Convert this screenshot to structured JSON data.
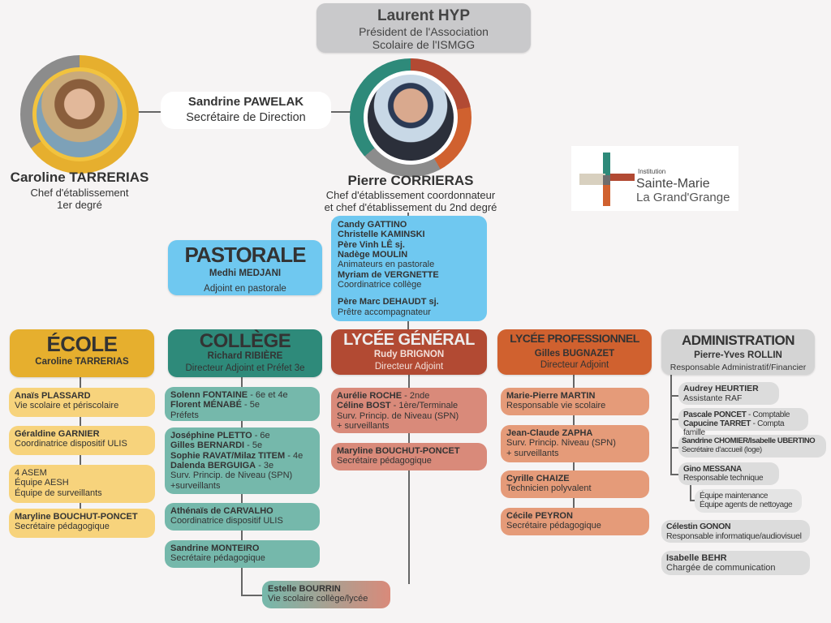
{
  "president": {
    "name": "Laurent HYP",
    "role_line1": "Président de l'Association",
    "role_line2": "Scolaire de l'ISMGG"
  },
  "secretary": {
    "name": "Sandrine PAWELAK",
    "role": "Secrétaire de Direction"
  },
  "caroline": {
    "name": "Caroline TARRERIAS",
    "role_line1": "Chef d'établissement",
    "role_line2": "1er degré"
  },
  "pierre": {
    "name": "Pierre CORRIERAS",
    "role_line1": "Chef d'établissement coordonnateur",
    "role_line2": "et chef d'établissement du 2nd degré"
  },
  "logo": {
    "small": "Institution",
    "line1": "Sainte-Marie",
    "line2": "La Grand'Grange"
  },
  "pastorale": {
    "title": "PASTORALE",
    "name": "Medhi MEDJANI",
    "role": "Adjoint en pastorale",
    "animators": [
      "Candy GATTINO",
      "Christelle KAMINSKI",
      "Père Vinh LÊ sj.",
      "Nadège MOULIN"
    ],
    "animators_role": "Animateurs en pastorale",
    "coord_name": "Myriam de VERGNETTE",
    "coord_role": "Coordinatrice collège",
    "priest_name": "Père Marc DEHAUDT sj.",
    "priest_role": "Prêtre accompagnateur"
  },
  "ecole": {
    "title": "ÉCOLE",
    "head": "Caroline TARRERIAS",
    "items": [
      {
        "name": "Anaïs PLASSARD",
        "role": "Vie scolaire et périscolaire"
      },
      {
        "name": "Géraldine GARNIER",
        "role": "Coordinatrice dispositif ULIS"
      },
      {
        "line1": "4 ASEM",
        "line2": "Équipe AESH",
        "line3": "Équipe de surveillants"
      },
      {
        "name": "Maryline BOUCHUT-PONCET",
        "role": "Secrétaire pédagogique"
      }
    ]
  },
  "college": {
    "title": "COLLÈGE",
    "head": "Richard RIBIÈRE",
    "role": "Directeur Adjoint et Préfet 3e",
    "prefets": {
      "n1": "Solenn FONTAINE",
      "l1": " - 6e et 4e",
      "n2": "Florent MÉNABÉ",
      "l2": " - 5e",
      "role": "Préfets"
    },
    "spn": {
      "n1": "Joséphine PLETTO",
      "l1": " - 6e",
      "n2": "Gilles BERNARDI",
      "l2": " - 5e",
      "n3": "Sophie RAVAT/Milaz TITEM",
      "l3": " - 4e",
      "n4": "Dalenda BERGUIGA",
      "l4": " - 3e",
      "role1": "Surv. Princip. de Niveau (SPN)",
      "role2": "+surveillants"
    },
    "ulis": {
      "name": "Athénaïs de CARVALHO",
      "role": "Coordinatrice dispositif ULIS"
    },
    "secretary": {
      "name": "Sandrine MONTEIRO",
      "role": "Secrétaire pédagogique"
    }
  },
  "shared": {
    "name": "Estelle BOURRIN",
    "role": "Vie scolaire collège/lycée"
  },
  "lycee_general": {
    "title": "LYCÉE GÉNÉRAL",
    "head": "Rudy BRIGNON",
    "role": "Directeur Adjoint",
    "spn": {
      "n1": "Aurélie ROCHE",
      "l1": " - 2nde",
      "n2": "Céline BOST",
      "l2": " - 1ère/Terminale",
      "role1": "Surv. Princip. de Niveau (SPN)",
      "role2": "+ surveillants"
    },
    "secretary": {
      "name": "Maryline BOUCHUT-PONCET",
      "role": "Secrétaire pédagogique"
    }
  },
  "lycee_pro": {
    "title": "LYCÉE PROFESSIONNEL",
    "head": "Gilles BUGNAZET",
    "role": "Directeur Adjoint",
    "items": [
      {
        "name": "Marie-Pierre MARTIN",
        "role": "Responsable vie scolaire"
      },
      {
        "name": "Jean-Claude ZAPHA",
        "role": "Surv. Princip. Niveau (SPN)",
        "role2": "+ surveillants"
      },
      {
        "name": "Cyrille CHAIZE",
        "role": "Technicien polyvalent"
      },
      {
        "name": "Cécile PEYRON",
        "role": "Secrétaire pédagogique"
      }
    ]
  },
  "administration": {
    "title": "ADMINISTRATION",
    "head": "Pierre-Yves ROLLIN",
    "role": "Responsable Administratif/Financier",
    "items": [
      {
        "name": "Audrey HEURTIER",
        "role": "Assistante RAF"
      },
      {
        "n1": "Pascale PONCET",
        "r1": " - Comptable",
        "n2": "Capucine TARRET",
        "r2": " - Compta famille"
      },
      {
        "name": "Sandrine CHOMIER/Isabelle UBERTINO",
        "role": "Secrétaire d'accueil (loge)"
      },
      {
        "name": "Gino MESSANA",
        "role": "Responsable technique"
      },
      {
        "line1": "Équipe maintenance",
        "line2": "Équipe agents de nettoyage"
      },
      {
        "name": "Célestin GONON",
        "role": "Responsable informatique/audiovisuel"
      },
      {
        "name": "Isabelle BEHR",
        "role": "Chargée de communication"
      }
    ]
  },
  "colors": {
    "ecole": "#e6af2e",
    "college": "#2e8a7a",
    "lycee_general": "#b24a33",
    "lycee_pro": "#d0612f",
    "admin": "#d4d4d4",
    "pastorale": "#6fc8f0"
  }
}
